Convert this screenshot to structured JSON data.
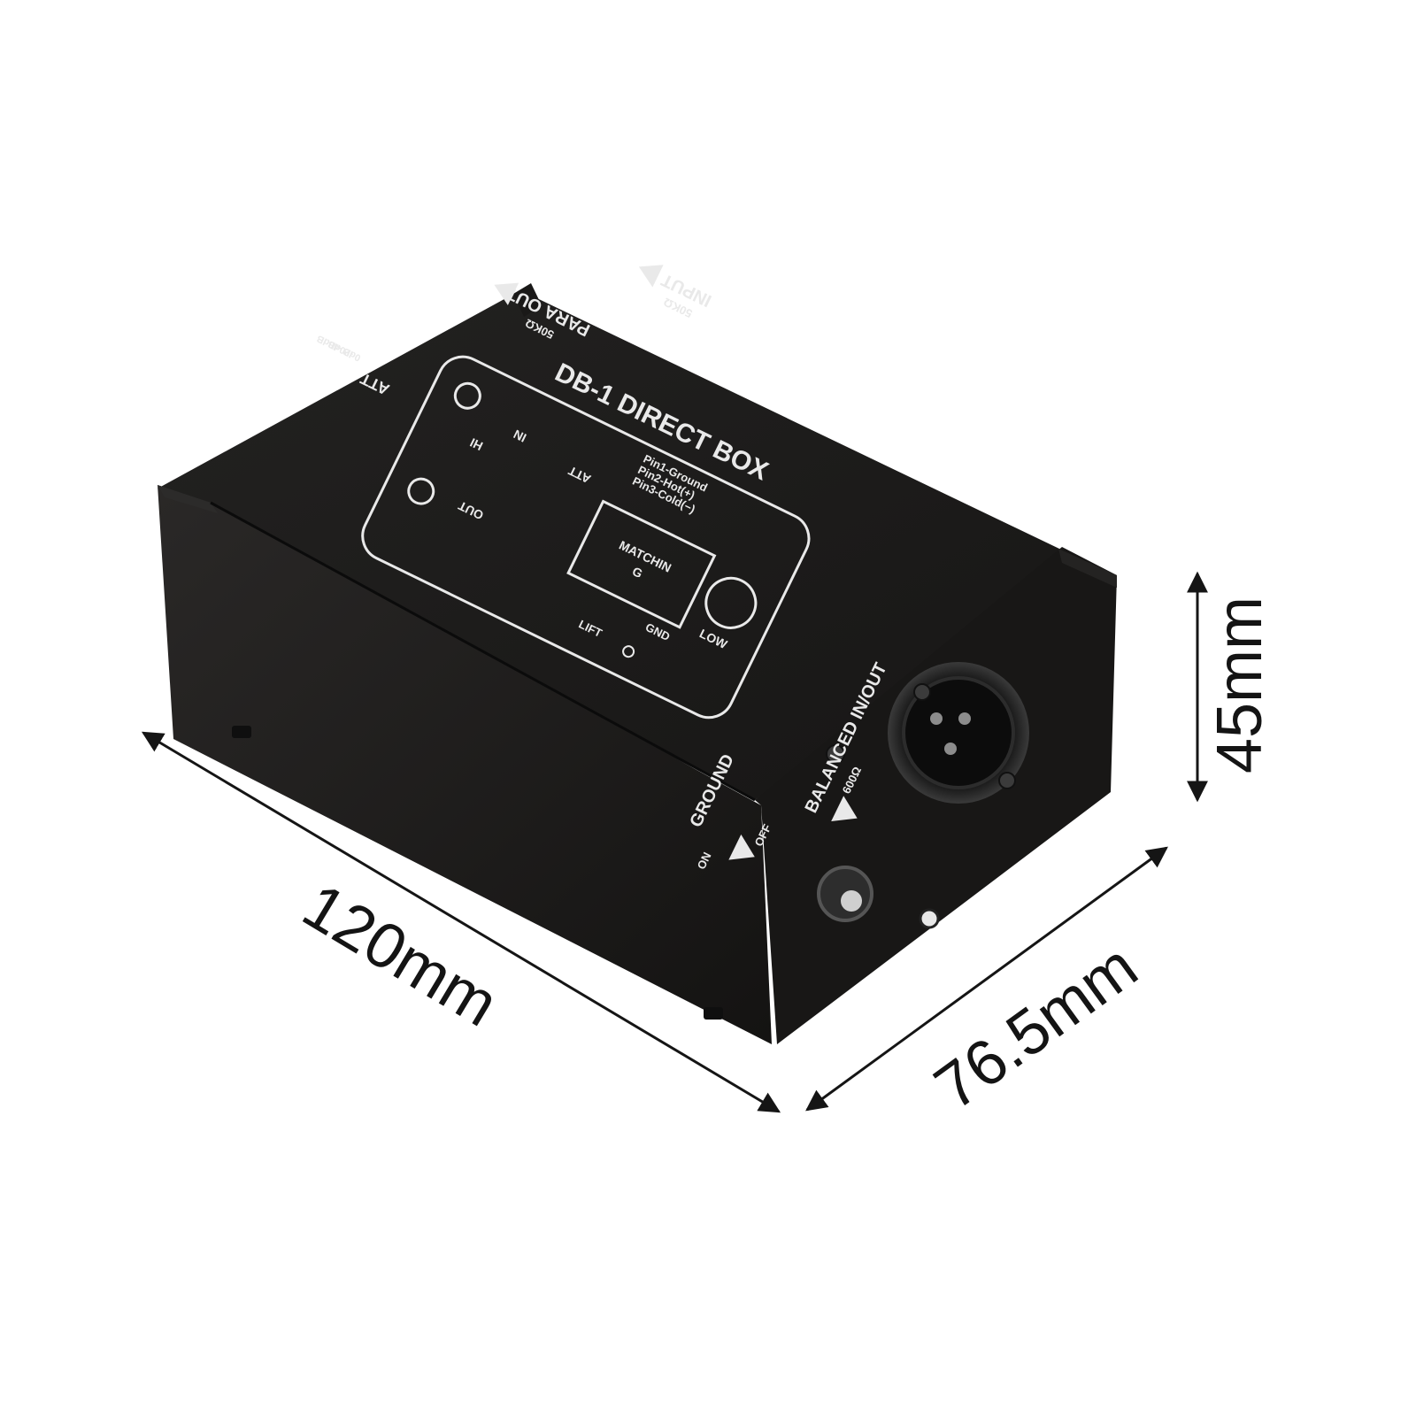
{
  "product": {
    "title": "DB-1 DIRECT BOX",
    "labels": {
      "input": "INPUT",
      "input_imp": "50KΩ",
      "para_out": "PARA OUT",
      "para_out_imp": "50KΩ",
      "att": "ATT",
      "att_levels": [
        "0dB",
        "-20dB",
        "-40dB"
      ],
      "hi": "HI",
      "in": "IN",
      "out": "OUT",
      "att_sw": "ATT",
      "matching": "MATCHIN",
      "matching2": "G",
      "pin1": "Pin1-Ground",
      "pin2": "Pin2-Hot(+)",
      "pin3": "Pin3-Cold(−)",
      "low": "LOW",
      "gnd": "GND",
      "lift": "LIFT",
      "ground": "GROUND",
      "on": "ON",
      "off": "OFF",
      "balanced": "BALANCED IN/OUT",
      "balanced_imp": "600Ω"
    }
  },
  "dimensions": {
    "length": "120mm",
    "width": "76.5mm",
    "height": "45mm"
  },
  "colors": {
    "body": "#1e1d1c",
    "body_dark": "#121110",
    "print": "#e9e9e9",
    "arrow": "#151515"
  }
}
